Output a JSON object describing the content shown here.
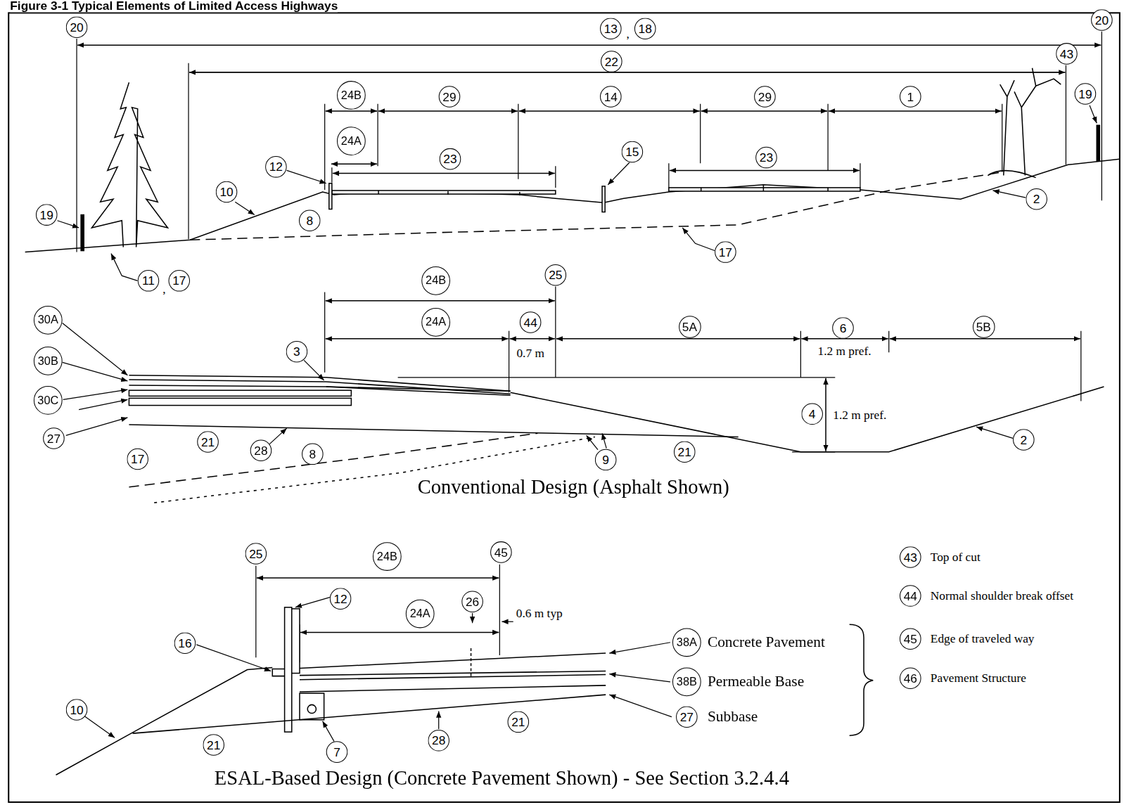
{
  "diagram": {
    "title": "Figure 3-1 Typical Elements of Limited Access Highways",
    "labels": [
      "20",
      "13",
      ",",
      "18",
      "20",
      "22",
      "43",
      "24B",
      "29",
      "14",
      "29",
      "1",
      "19",
      "24A",
      "23",
      "23",
      "12",
      "15",
      "10",
      "8",
      "19",
      "2",
      "17",
      "11",
      ",",
      "17",
      "24B",
      "25",
      "30A",
      "30B",
      "30C",
      "27",
      "24A",
      "44",
      "0.7 m",
      "5A",
      "6",
      "1.2 m pref.",
      "5B",
      "3",
      "4",
      "1.2 m pref.",
      "2",
      "21",
      "28",
      "8",
      "9",
      "21",
      "17",
      "Conventional Design (Asphalt Shown)",
      "25",
      "24B",
      "45",
      "12",
      "24A",
      "26",
      "0.6 m typ",
      "16",
      "38A",
      "Concrete Pavement",
      "38B",
      "Permeable Base",
      "27",
      "Subbase",
      "10",
      "21",
      "28",
      "21",
      "7",
      "ESAL-Based Design (Concrete Pavement Shown) - See Section 3.2.4.4",
      "43",
      "44",
      "45",
      "46"
    ],
    "legend": [
      {
        "text": "Top of cut"
      },
      {
        "text": "Normal shoulder break offset"
      },
      {
        "text": "Edge of traveled way"
      },
      {
        "text": "Pavement Structure"
      }
    ]
  }
}
